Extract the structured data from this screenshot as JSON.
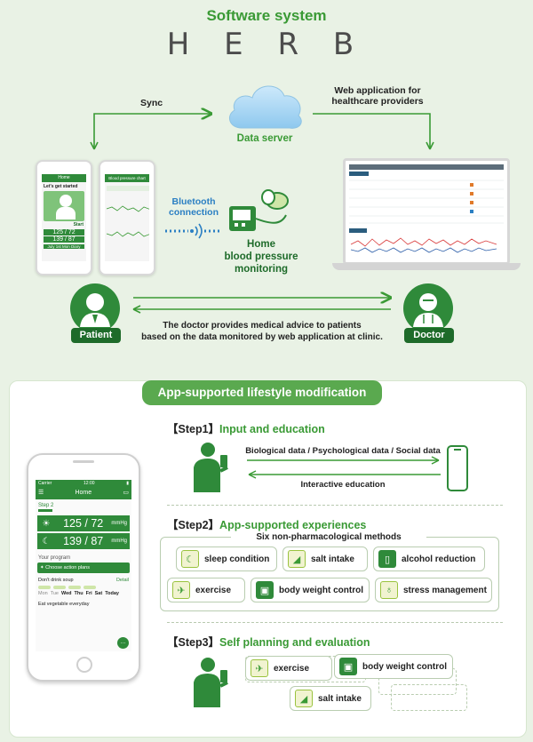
{
  "header": {
    "title": "Software system",
    "brand": "H E R B"
  },
  "top": {
    "sync": "Sync",
    "web_app": [
      "Web application for",
      "healthcare providers"
    ],
    "data_server": "Data server",
    "bluetooth": [
      "Bluetooth",
      "connection"
    ],
    "home_bp": [
      "Home",
      "blood pressure",
      "monitoring"
    ],
    "patient": "Patient",
    "doctor": "Doctor",
    "advice": [
      "The doctor provides medical advice to patients",
      "based on the data monitored by web application at clinic."
    ]
  },
  "phones": {
    "left_header": "Home",
    "left_text": "Let's get started",
    "left_start": "Start",
    "left_bp1": "125 / 72",
    "left_bp2": "139 / 87",
    "left_diary": "July 1st Mon Diary",
    "right_header": "Blood pressure chart"
  },
  "bottom": {
    "section_title": "App-supported lifestyle modification",
    "step1": {
      "num": "【Step1】",
      "name": "Input and education"
    },
    "data_arrow": "Biological data / Psychological data / Social data",
    "edu_arrow": "Interactive education",
    "step2": {
      "num": "【Step2】",
      "name": "App-supported experiences"
    },
    "methods_title": "Six non-pharmacological methods",
    "methods": [
      "sleep condition",
      "salt intake",
      "alcohol reduction",
      "exercise",
      "body weight control",
      "stress management"
    ],
    "step3": {
      "num": "【Step3】",
      "name": "Self planning and evaluation"
    },
    "plan": [
      "exercise",
      "body weight control",
      "salt intake"
    ]
  },
  "app": {
    "status_left": "Carrier",
    "status_time": "12:00",
    "header": "Home",
    "step": "Step 2",
    "bp1": "125 / 72",
    "bp2": "139 / 87",
    "unit": "mmHg",
    "program": "Your program",
    "choose": "Choose action plans",
    "plan1": "Don't drink soup",
    "detail": "Detail",
    "days": [
      "Mon",
      "Tue",
      "Wed",
      "Thu",
      "Fri",
      "Sat",
      "Today"
    ],
    "plan2": "Eat vegetable everyday"
  },
  "colors": {
    "green": "#3a9a35",
    "dark_green": "#1e6b2a",
    "blue": "#2b7fc3",
    "bg": "#e9f2e5"
  }
}
